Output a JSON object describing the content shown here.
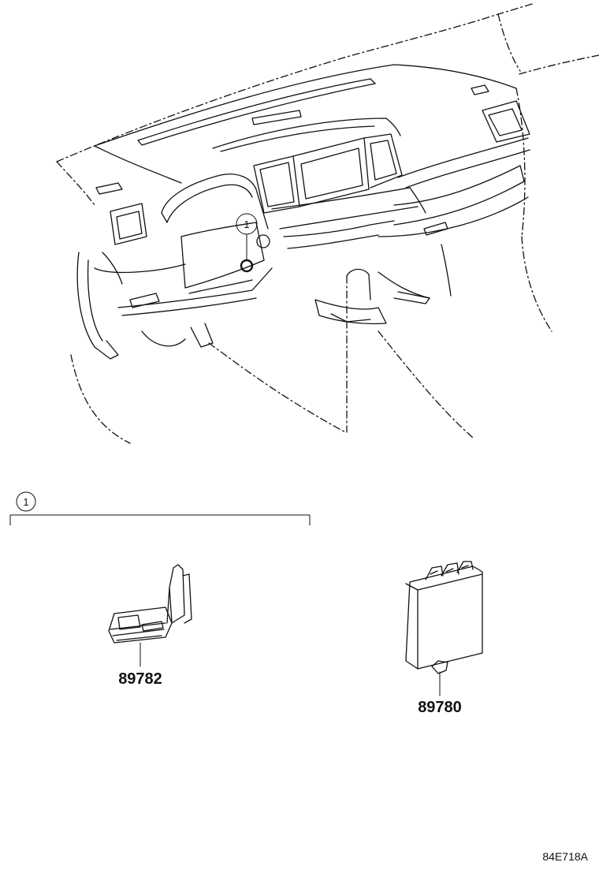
{
  "callout_marker": "1",
  "group_marker": "1",
  "parts": [
    {
      "number": "89782",
      "name": "bracket-part"
    },
    {
      "number": "89780",
      "name": "control-module"
    }
  ],
  "illustration_code": "84E718A"
}
